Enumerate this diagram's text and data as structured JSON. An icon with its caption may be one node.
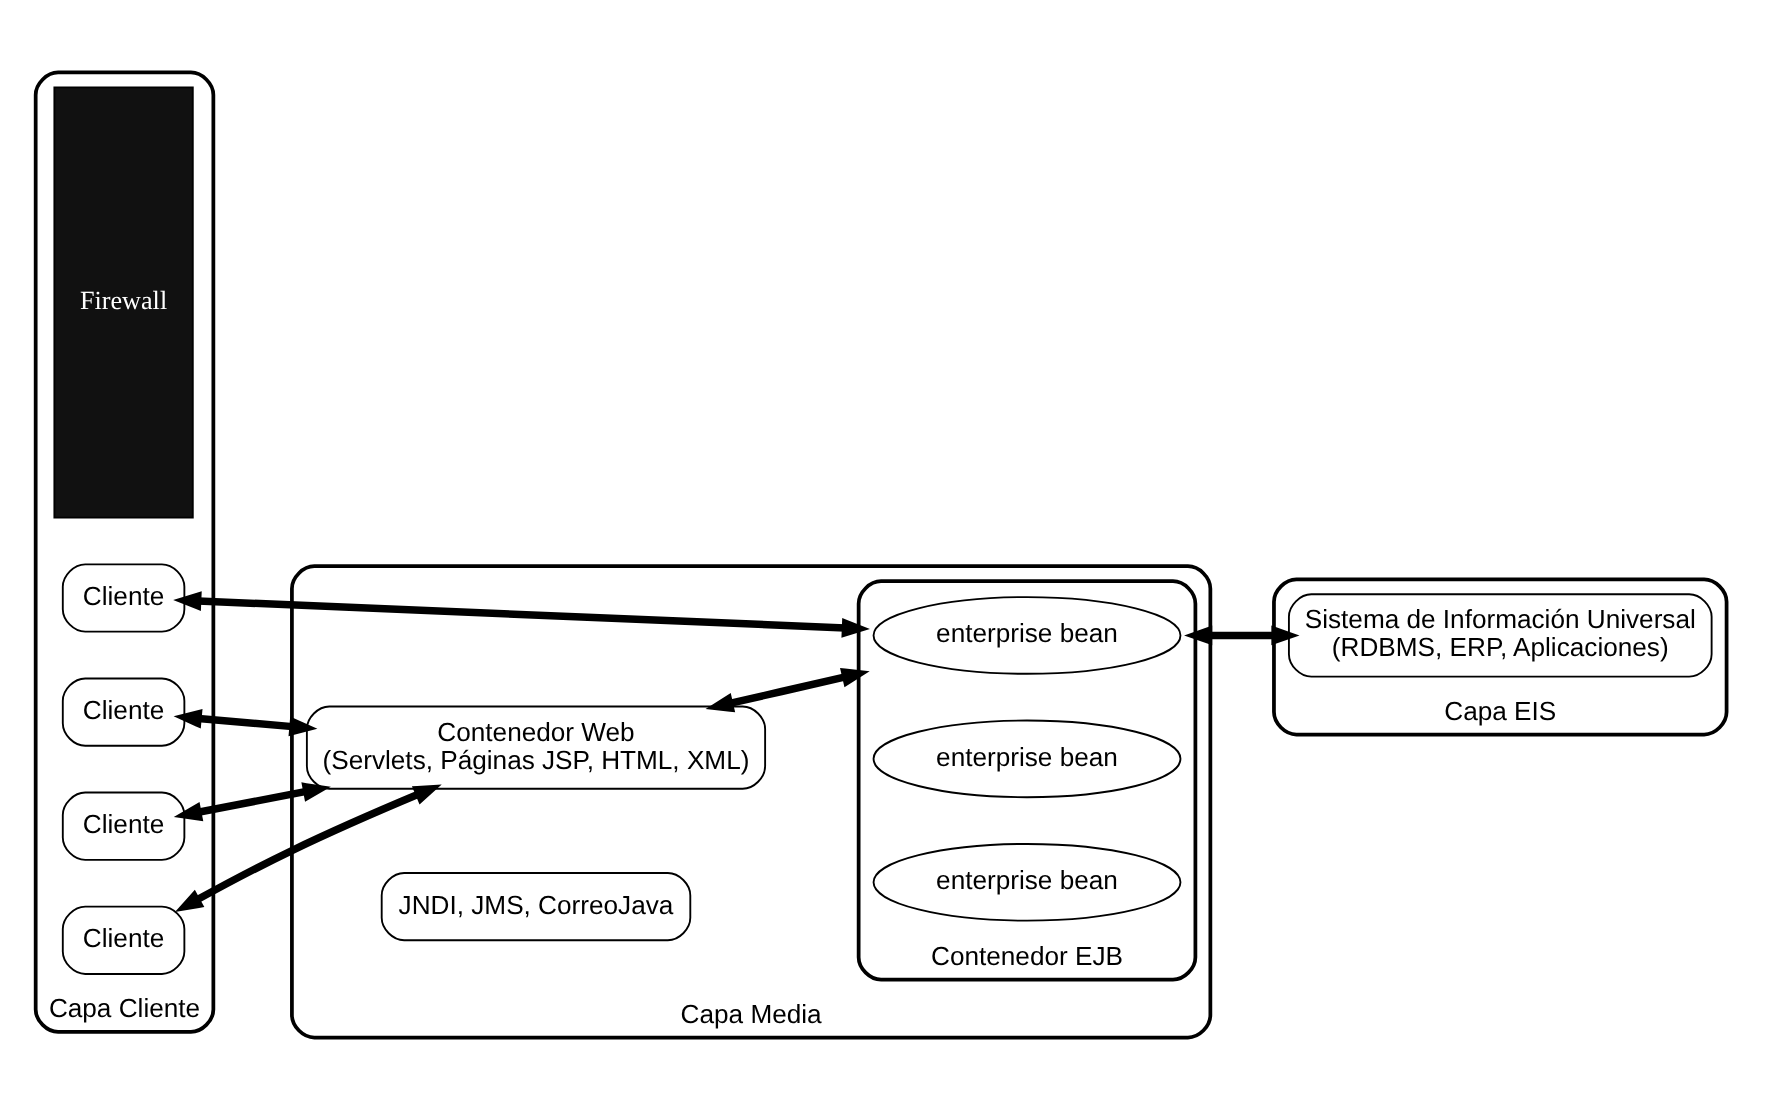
{
  "diagram": {
    "nodes": [
      {
        "text": [
          "Capa Cliente"
        ]
      },
      {
        "text": [
          "Capa Media"
        ]
      },
      {
        "text": [
          "Capa EIS"
        ]
      },
      {
        "text": [
          "Firewall"
        ],
        "in": 0
      },
      {
        "text": [
          "Cliente"
        ],
        "in": 0
      },
      {
        "text": [
          "Cliente"
        ],
        "in": 0
      },
      {
        "text": [
          "Cliente"
        ],
        "in": 0
      },
      {
        "text": [
          "Cliente"
        ],
        "in": 0
      },
      {
        "text": [
          "Contenedor EJB"
        ],
        "in": 1
      },
      {
        "text": [
          "enterprise bean"
        ],
        "in": 8
      },
      {
        "text": [
          "enterprise bean"
        ],
        "in": 8
      },
      {
        "text": [
          "enterprise bean"
        ],
        "in": 8
      },
      {
        "text": [
          "Contenedor Web",
          "(Servlets, Páginas JSP, HTML, XML)"
        ],
        "in": 1
      },
      {
        "text": [
          "JNDI, JMS, CorreoJava"
        ],
        "in": 1
      },
      {
        "text": [
          "Sistema de Información Universal",
          "(RDBMS, ERP, Aplicaciones)"
        ],
        "in": 2
      }
    ],
    "edges": [
      {
        "from": 4,
        "to": 8,
        "arrow": "both"
      },
      {
        "from": 5,
        "to": 12,
        "arrow": "both"
      },
      {
        "from": 6,
        "to": 12,
        "arrow": "both"
      },
      {
        "from": 7,
        "to": 12,
        "arrow": "both"
      },
      {
        "from": 12,
        "to": 8,
        "arrow": "both"
      },
      {
        "from": 8,
        "to": 14,
        "arrow": "both"
      }
    ]
  }
}
